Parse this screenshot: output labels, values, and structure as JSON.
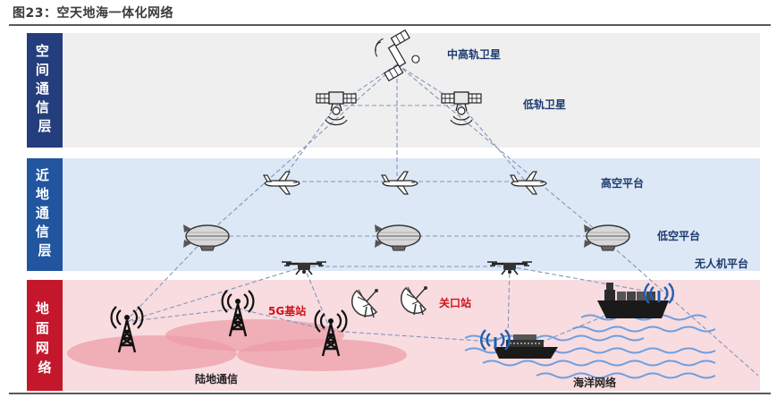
{
  "figure": {
    "title": "图23：空天地海一体化网络"
  },
  "layers": {
    "space": {
      "label": "空间通信层",
      "bg": "#efefef",
      "tab": "#243d7c"
    },
    "near": {
      "label": "近地通信层",
      "bg": "#dde8f6",
      "tab": "#2155a0"
    },
    "ground": {
      "label": "地面网络",
      "bg": "#f8dce0",
      "tab": "#c4172c"
    }
  },
  "labels": {
    "meo_satellite": "中高轨卫星",
    "leo_satellite": "低轨卫星",
    "high_altitude": "高空平台",
    "low_altitude": "低空平台",
    "uav": "无人机平台",
    "base_station_5g": "5G基站",
    "gateway_station": "关口站",
    "land": "陆地通信",
    "ocean": "海洋网络"
  },
  "colors": {
    "accent_red": "#d0121b",
    "link": "#8296b8",
    "text_dark": "#1d3a6e"
  },
  "icons": [
    "satellite-icon",
    "airplane-icon",
    "airship-icon",
    "drone-icon",
    "cell-tower-icon",
    "dish-antenna-icon",
    "ship-icon",
    "signal-waves-icon"
  ]
}
